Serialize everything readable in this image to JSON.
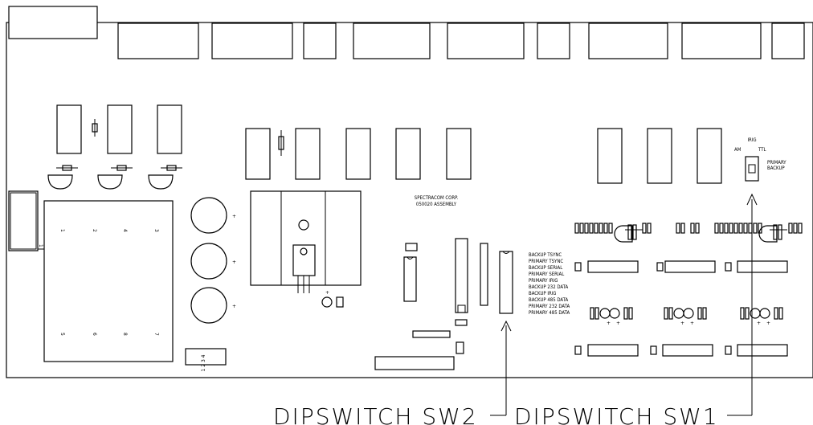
{
  "board": {
    "manufacturer_text": "SPECTRACOM CORP.",
    "assembly_text": "050020 ASSEMBLY"
  },
  "irig_jumper": {
    "title": "IRIG",
    "am": "AM",
    "ttl": "TTL",
    "primary": "PRIMARY",
    "backup": "BACKUP"
  },
  "dipswitch_legend": [
    "BACKUP TSYNC",
    "PRIMARY TSYNC",
    "BACKUP SERIAL",
    "PRIMARY SERIAL",
    "PRIMARY IRIG",
    "BACKUP 232 DATA",
    "BACKUP IRIG",
    "BACKUP 485 DATA",
    "PRIMARY 232 DATA",
    "PRIMARY 485 DATA"
  ],
  "callouts": {
    "sw2": "DIPSWITCH SW2",
    "sw1": "DIPSWITCH SW1"
  },
  "transformer_pins": [
    "1",
    "2",
    "4",
    "3",
    "5",
    "6",
    "8",
    "7"
  ],
  "transformer_side_pin": "1",
  "small_connector_pins": "1 2 3 4",
  "capacitor_plus": "+"
}
